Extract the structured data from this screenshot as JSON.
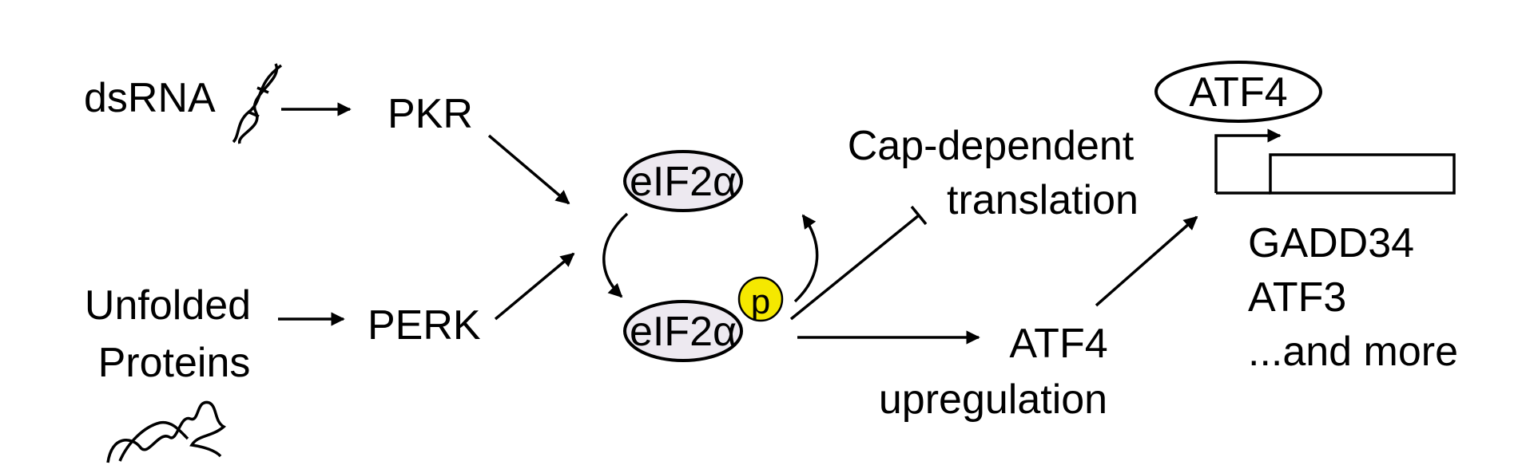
{
  "inputs": {
    "dsrna": "dsRNA",
    "unfolded_line1": "Unfolded",
    "unfolded_line2": "Proteins"
  },
  "kinases": {
    "pkr": "PKR",
    "perk": "PERK"
  },
  "eif2a": {
    "top_label": "eIF2α",
    "bottom_label": "eIF2α",
    "phospho_label": "p",
    "ellipse_fill": "#ede9f0",
    "phospho_color": "#f5e800"
  },
  "outputs": {
    "cap_line1": "Cap-dependent",
    "cap_line2": "translation",
    "atf4_line1": "ATF4",
    "atf4_line2": "upregulation"
  },
  "gene": {
    "factor_label": "ATF4",
    "targets": [
      "GADD34",
      "ATF3",
      "...and more"
    ]
  }
}
